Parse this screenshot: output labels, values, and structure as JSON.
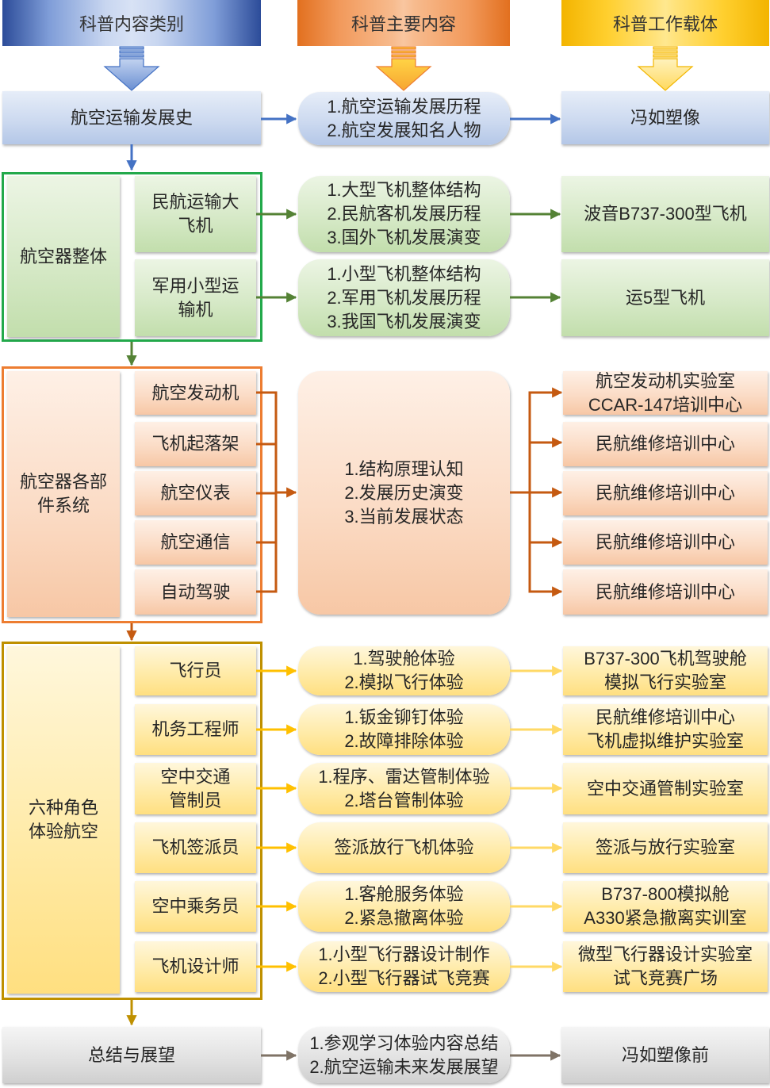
{
  "headers": {
    "category": "科普内容类别",
    "content": "科普主要内容",
    "carrier": "科普工作载体"
  },
  "colors": {
    "blue": "#4472c4",
    "green": "#548235",
    "green_border": "#23a94b",
    "orange": "#c55a11",
    "orange_border": "#ed7d31",
    "gold": "#ffc000",
    "gold_light": "#ffd966",
    "gold_border": "#bf9000",
    "gray": "#7f7366"
  },
  "history": {
    "category": "航空运输发展史",
    "content": [
      "1.航空运输发展历程",
      "2.航空发展知名人物"
    ],
    "carrier": "冯如塑像"
  },
  "aircraft": {
    "group": "航空器整体",
    "items": [
      {
        "name": [
          "民航运输大",
          "飞机"
        ],
        "content": [
          "1.大型飞机整体结构",
          "2.民航客机发展历程",
          "3.国外飞机发展演变"
        ],
        "carrier": "波音B737-300型飞机"
      },
      {
        "name": [
          "军用小型运",
          "输机"
        ],
        "content": [
          "1.小型飞机整体结构",
          "2.军用飞机发展历程",
          "3.我国飞机发展演变"
        ],
        "carrier": "运5型飞机"
      }
    ]
  },
  "components": {
    "group": [
      "航空器各部",
      "件系统"
    ],
    "items": [
      "航空发动机",
      "飞机起落架",
      "航空仪表",
      "航空通信",
      "自动驾驶"
    ],
    "content": [
      "1.结构原理认知",
      "2.发展历史演变",
      "3.当前发展状态"
    ],
    "carriers": [
      [
        "航空发动机实验室",
        "CCAR-147培训中心"
      ],
      [
        "民航维修培训中心"
      ],
      [
        "民航维修培训中心"
      ],
      [
        "民航维修培训中心"
      ],
      [
        "民航维修培训中心"
      ]
    ]
  },
  "roles": {
    "group": [
      "六种角色",
      "体验航空"
    ],
    "items": [
      {
        "role": [
          "飞行员"
        ],
        "content": [
          "1.驾驶舱体验",
          "2.模拟飞行体验"
        ],
        "carrier": [
          "B737-300飞机驾驶舱",
          "模拟飞行实验室"
        ]
      },
      {
        "role": [
          "机务工程师"
        ],
        "content": [
          "1.钣金铆钉体验",
          "2.故障排除体验"
        ],
        "carrier": [
          "民航维修培训中心",
          "飞机虚拟维护实验室"
        ]
      },
      {
        "role": [
          "空中交通",
          "管制员"
        ],
        "content": [
          "1.程序、雷达管制体验",
          "2.塔台管制体验"
        ],
        "carrier": [
          "空中交通管制实验室"
        ]
      },
      {
        "role": [
          "飞机签派员"
        ],
        "content": [
          "签派放行飞机体验"
        ],
        "carrier": [
          "签派与放行实验室"
        ]
      },
      {
        "role": [
          "空中乘务员"
        ],
        "content": [
          "1.客舱服务体验",
          "2.紧急撤离体验"
        ],
        "carrier": [
          "B737-800模拟舱",
          "A330紧急撤离实训室"
        ]
      },
      {
        "role": [
          "飞机设计师"
        ],
        "content": [
          "1.小型飞行器设计制作",
          "2.小型飞行器试飞竞赛"
        ],
        "carrier": [
          "微型飞行器设计实验室",
          "试飞竞赛广场"
        ]
      }
    ]
  },
  "summary": {
    "category": "总结与展望",
    "content": [
      "1.参观学习体验内容总结",
      "2.航空运输未来发展展望"
    ],
    "carrier": "冯如塑像前"
  }
}
